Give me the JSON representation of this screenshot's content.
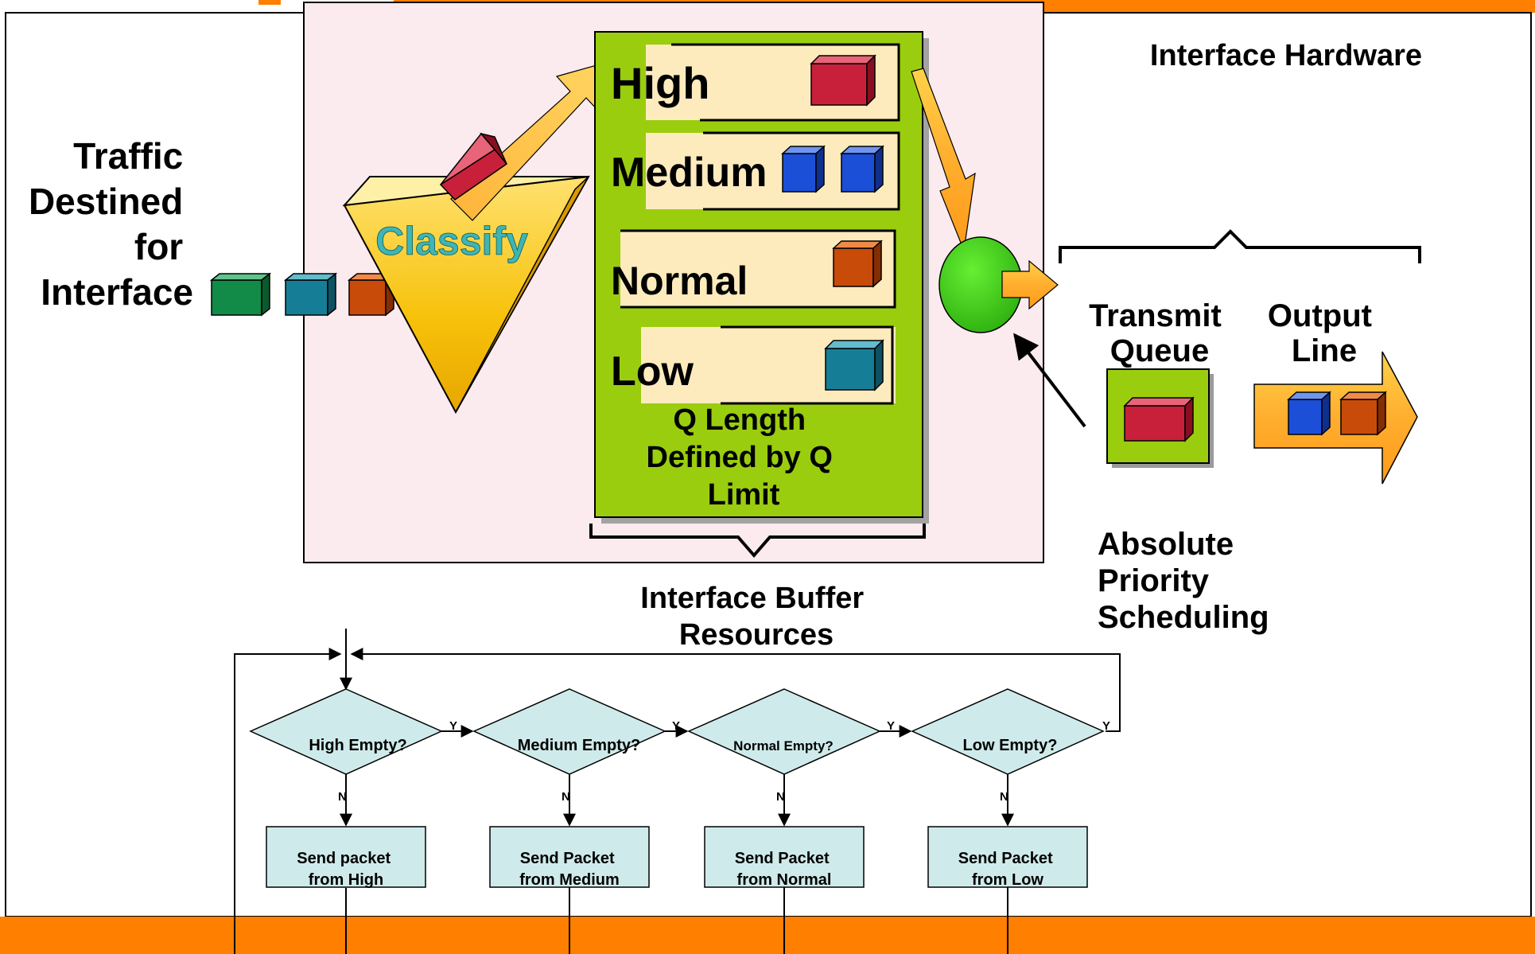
{
  "colors": {
    "orange": "#ff7f00",
    "panel": "#fbeaee",
    "queue_green": "#9acd0e",
    "slot": "#fdebbd",
    "flow_fill": "#cfeaea",
    "red_cube": "#c8203a",
    "blue_cube": "#1c4fd8",
    "orange_cube": "#c84b0a",
    "teal_cube": "#157e96",
    "green_cube": "#128a48",
    "classify_text": "#3fb5b5"
  },
  "traffic_label": [
    "Traffic",
    "Destined",
    "for",
    "Interface"
  ],
  "classify_label": "Classify",
  "queues": [
    "High",
    "Medium",
    "Normal",
    "Low"
  ],
  "qlength_label": [
    "Q Length",
    "Defined by Q",
    "Limit"
  ],
  "buffer_label": [
    "Interface Buffer",
    "Resources"
  ],
  "hardware_label": "Interface Hardware",
  "transmit_label": [
    "Transmit",
    "Queue"
  ],
  "output_label": [
    "Output",
    "Line"
  ],
  "scheduling_label": [
    "Absolute",
    "Priority",
    "Scheduling"
  ],
  "flowchart": {
    "decisions": [
      "High Empty?",
      "Medium Empty?",
      "Normal Empty?",
      "Low Empty?"
    ],
    "actions": [
      [
        "Send packet",
        "from High"
      ],
      [
        "Send Packet",
        "from Medium"
      ],
      [
        "Send Packet",
        "from Normal"
      ],
      [
        "Send Packet",
        "from Low"
      ]
    ],
    "yes_label": "Y",
    "no_label": "N"
  }
}
